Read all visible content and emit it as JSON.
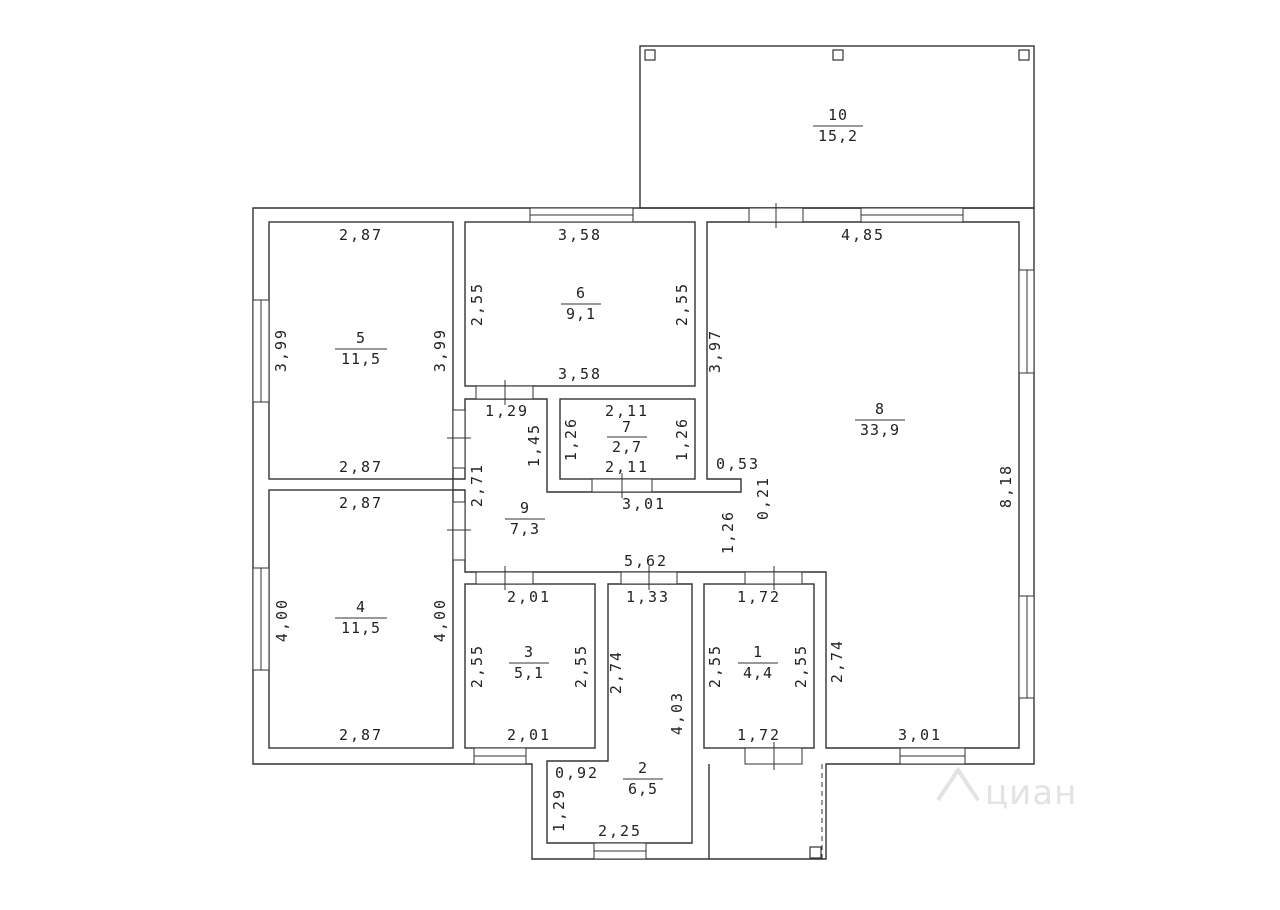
{
  "watermark": "циан",
  "rooms": [
    {
      "n": "10",
      "a": "15,2"
    },
    {
      "n": "6",
      "a": "9,1"
    },
    {
      "n": "5",
      "a": "11,5"
    },
    {
      "n": "7",
      "a": "2,7"
    },
    {
      "n": "8",
      "a": "33,9"
    },
    {
      "n": "9",
      "a": "7,3"
    },
    {
      "n": "4",
      "a": "11,5"
    },
    {
      "n": "3",
      "a": "5,1"
    },
    {
      "n": "1",
      "a": "4,4"
    },
    {
      "n": "2",
      "a": "6,5"
    }
  ],
  "dims": {
    "r5_top": "2,87",
    "r5_left": "3,99",
    "r5_right": "3,99",
    "r5_bottom": "2,87",
    "r6_top": "3,58",
    "r6_left": "2,55",
    "r6_right": "2,55",
    "r6_bottom": "3,58",
    "r8_top": "4,85",
    "r8_left": "3,97",
    "r8_right": "8,18",
    "r8_bottom": "3,01",
    "r8_step": "0,53",
    "r8_step_v": "0,21",
    "r8_lower_left": "1,26",
    "r8_bottom_left": "2,74",
    "r7_top": "2,11",
    "r7_bottom": "2,11",
    "r7_left": "1,26",
    "r7_right": "1,26",
    "r9_top": "1,29",
    "r9_v": "1,45",
    "r9_left": "2,71",
    "r9_bottom": "5,62",
    "r9_mid": "3,01",
    "r4_top": "2,87",
    "r4_left": "4,00",
    "r4_right": "4,00",
    "r4_bottom": "2,87",
    "r3_top": "2,01",
    "r3_left": "2,55",
    "r3_right": "2,55",
    "r3_bottom": "2,01",
    "r2_top": "1,33",
    "r2_left": "2,74",
    "r2_right": "4,03",
    "r2_small": "0,92",
    "r2_v": "1,29",
    "r2_bottom": "2,25",
    "r1_top": "1,72",
    "r1_left": "2,55",
    "r1_right": "2,55",
    "r1_bottom": "1,72"
  }
}
